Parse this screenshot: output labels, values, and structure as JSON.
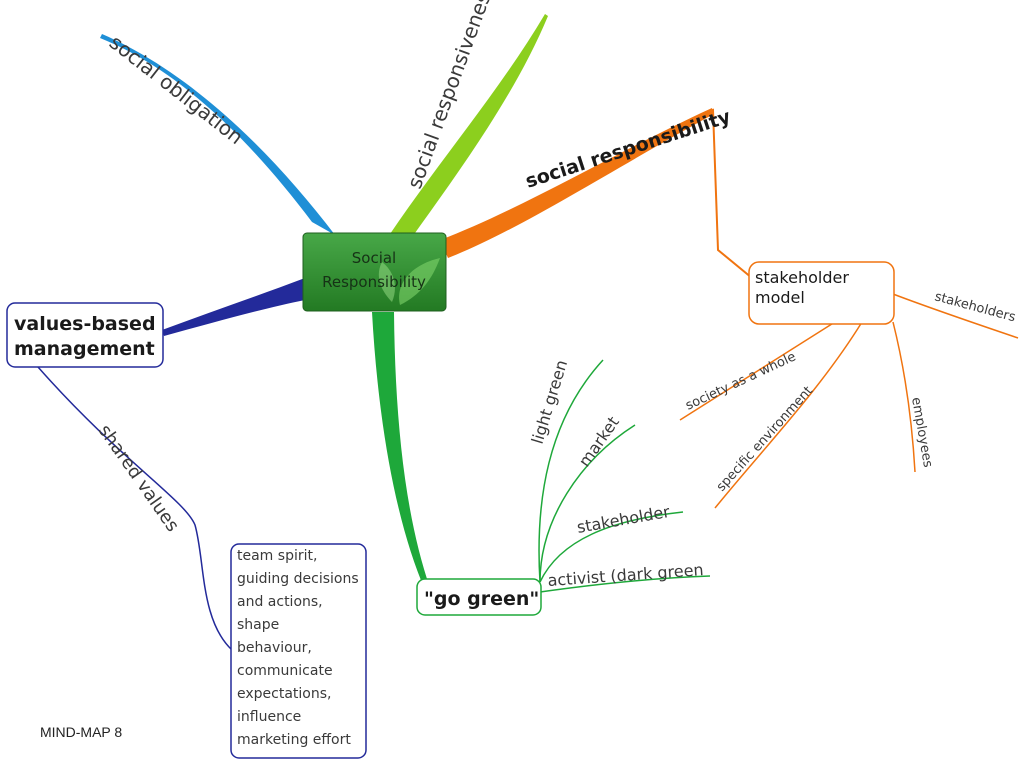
{
  "central": {
    "line1": "Social",
    "line2": "Responsibility",
    "fill": "#2e8b2e"
  },
  "branches": {
    "social_obligation": {
      "label": "social obligation",
      "color": "#1f8fd6"
    },
    "social_responsiveness": {
      "label": "social responsiveness",
      "color": "#8ccf1e"
    },
    "social_responsibility": {
      "label": "social responsibility",
      "color": "#f07410"
    },
    "values_based_management": {
      "line1": "values-based",
      "line2": "management",
      "color": "#232a9a"
    },
    "go_green": {
      "label": "\"go green\"",
      "color": "#1ea83a"
    }
  },
  "stakeholder_model": {
    "line1": "stakeholder",
    "line2": "model",
    "children": [
      "stakeholders",
      "society as a whole",
      "specific environment",
      "employees"
    ]
  },
  "shared_values": {
    "label": "shared values",
    "box_lines": [
      "team spirit,",
      "guiding decisions",
      "and actions,",
      "shape",
      "behaviour,",
      "communicate",
      "expectations,",
      "influence",
      "marketing effort"
    ]
  },
  "go_green_children": [
    "light green",
    "market",
    "stakeholder",
    "activist (dark green"
  ],
  "footer": {
    "caption": "MIND-MAP 8"
  }
}
